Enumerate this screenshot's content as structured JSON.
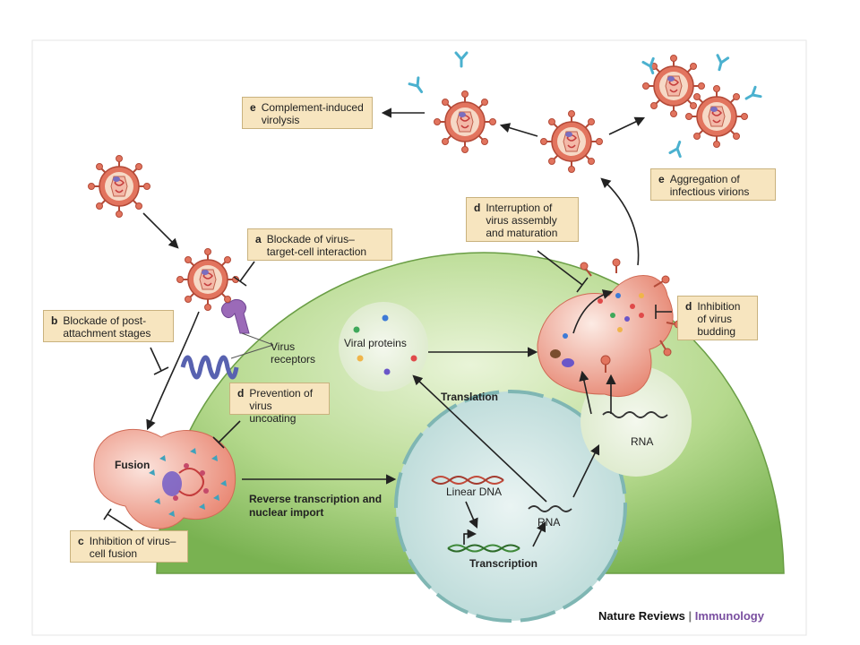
{
  "labels": {
    "a": {
      "letter": "a",
      "text": "Blockade of virus–target-cell interaction"
    },
    "b": {
      "letter": "b",
      "text": "Blockade of post-attachment stages"
    },
    "c": {
      "letter": "c",
      "text": "Inhibition of virus–cell fusion"
    },
    "d_uncoating": {
      "letter": "d",
      "text": "Prevention of virus uncoating"
    },
    "d_assembly": {
      "letter": "d",
      "text": "Interruption of virus assembly and maturation"
    },
    "d_budding": {
      "letter": "d",
      "text": "Inhibition of virus budding"
    },
    "e_complement": {
      "letter": "e",
      "text": "Complement-induced virolysis"
    },
    "e_aggregation": {
      "letter": "e",
      "text": "Aggregation of infectious virions"
    }
  },
  "text": {
    "virus_receptors": "Virus receptors",
    "viral_proteins": "Viral proteins",
    "translation": "Translation",
    "fusion": "Fusion",
    "reverse_transcription": "Reverse transcription and nuclear import",
    "linear_dna": "Linear DNA",
    "rna_nucleus": "RNA",
    "rna_cytoplasm": "RNA",
    "transcription": "Transcription"
  },
  "credit": {
    "journal": "Nature Reviews",
    "separator": " | ",
    "section": "Immunology"
  },
  "colors": {
    "cell": "#8cc063",
    "nucleus": "#cfe6e4",
    "label_box": "#f7e5bf",
    "virion": "#e2745e",
    "antibody": "#4bb1cf",
    "receptor": "#9b6ab8",
    "credit_accent": "#7a4fa0"
  }
}
